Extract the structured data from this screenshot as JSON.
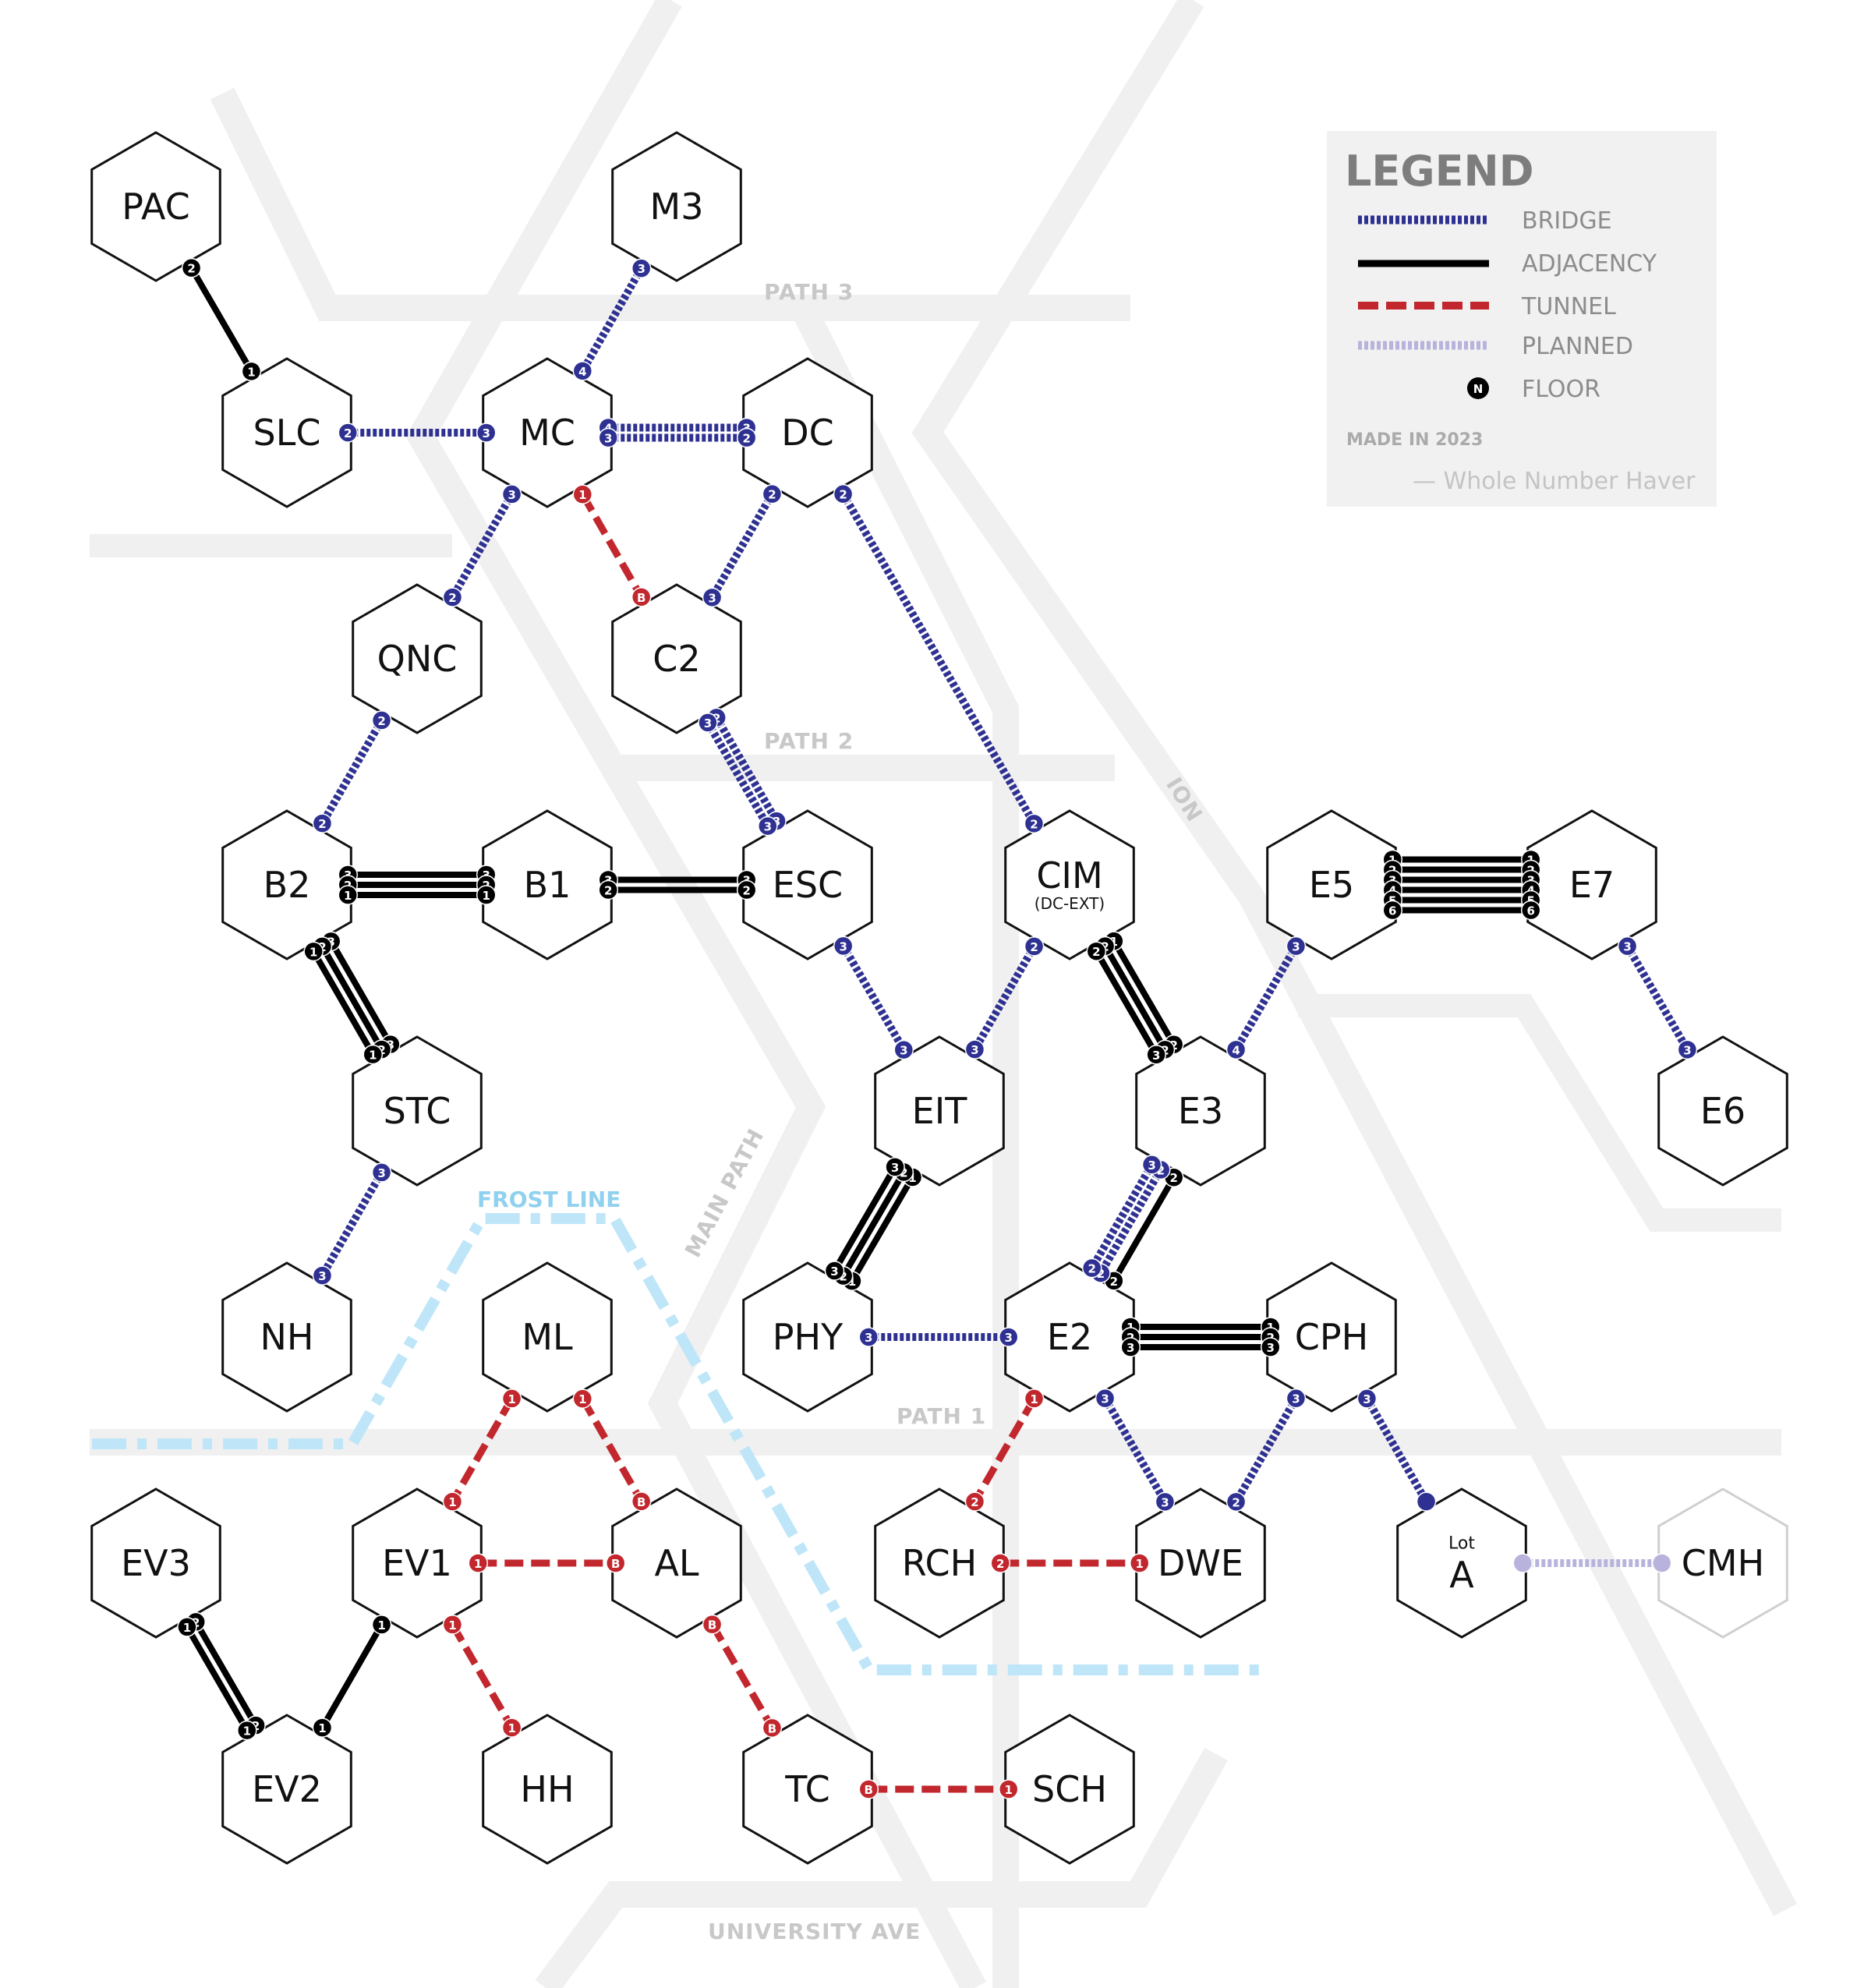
{
  "streets": {
    "path1": "PATH 1",
    "path2": "PATH 2",
    "path3": "PATH 3",
    "main_path": "MAIN PATH",
    "ion": "ION",
    "university_ave": "UNIVERSITY AVE"
  },
  "frost_line": {
    "label": "FROST LINE",
    "color": "#bfe6f8"
  },
  "legend": {
    "title": "LEGEND",
    "bridge": "BRIDGE",
    "adjacency": "ADJACENCY",
    "tunnel": "TUNNEL",
    "planned": "PLANNED",
    "floor": "FLOOR",
    "floor_symbol": "N",
    "made": "MADE IN 2023",
    "credit": "— Whole Number Haver"
  },
  "colors": {
    "bridge": "#2e3192",
    "adjacency": "#000000",
    "tunnel": "#c1272d",
    "planned": "#b7b3dc",
    "street": "#efefef",
    "frost": "#bfe6f8"
  },
  "buildings": [
    {
      "id": "PAC",
      "label": "PAC"
    },
    {
      "id": "M3",
      "label": "M3"
    },
    {
      "id": "SLC",
      "label": "SLC"
    },
    {
      "id": "MC",
      "label": "MC"
    },
    {
      "id": "DC",
      "label": "DC"
    },
    {
      "id": "QNC",
      "label": "QNC"
    },
    {
      "id": "C2",
      "label": "C2"
    },
    {
      "id": "B2",
      "label": "B2"
    },
    {
      "id": "B1",
      "label": "B1"
    },
    {
      "id": "ESC",
      "label": "ESC"
    },
    {
      "id": "CIM",
      "label": "CIM",
      "sub": "(DC-EXT)"
    },
    {
      "id": "E5",
      "label": "E5"
    },
    {
      "id": "E7",
      "label": "E7"
    },
    {
      "id": "STC",
      "label": "STC"
    },
    {
      "id": "EIT",
      "label": "EIT"
    },
    {
      "id": "E3",
      "label": "E3"
    },
    {
      "id": "E6",
      "label": "E6"
    },
    {
      "id": "NH",
      "label": "NH"
    },
    {
      "id": "ML",
      "label": "ML"
    },
    {
      "id": "PHY",
      "label": "PHY"
    },
    {
      "id": "E2",
      "label": "E2"
    },
    {
      "id": "CPH",
      "label": "CPH"
    },
    {
      "id": "EV3",
      "label": "EV3"
    },
    {
      "id": "EV1",
      "label": "EV1"
    },
    {
      "id": "AL",
      "label": "AL"
    },
    {
      "id": "RCH",
      "label": "RCH"
    },
    {
      "id": "DWE",
      "label": "DWE"
    },
    {
      "id": "LOTA",
      "label": "A",
      "pre": "Lot"
    },
    {
      "id": "CMH",
      "label": "CMH",
      "planned": true
    },
    {
      "id": "EV2",
      "label": "EV2"
    },
    {
      "id": "HH",
      "label": "HH"
    },
    {
      "id": "TC",
      "label": "TC"
    },
    {
      "id": "SCH",
      "label": "SCH"
    }
  ],
  "connections": [
    {
      "type": "adjacency",
      "from": "PAC",
      "to": "SLC",
      "a": [
        "2"
      ],
      "b": [
        "1"
      ]
    },
    {
      "type": "bridge",
      "from": "M3",
      "to": "MC",
      "a": [
        "3"
      ],
      "b": [
        "4"
      ]
    },
    {
      "type": "bridge",
      "from": "SLC",
      "to": "MC",
      "a": [
        "2"
      ],
      "b": [
        "3"
      ]
    },
    {
      "type": "bridge",
      "from": "MC",
      "to": "DC",
      "a": [
        "4",
        "3"
      ],
      "b": [
        "3",
        "2"
      ]
    },
    {
      "type": "bridge",
      "from": "MC",
      "to": "QNC",
      "a": [
        "3"
      ],
      "b": [
        "2"
      ]
    },
    {
      "type": "tunnel",
      "from": "MC",
      "to": "C2",
      "a": [
        "1"
      ],
      "b": [
        "B"
      ]
    },
    {
      "type": "bridge",
      "from": "DC",
      "to": "C2",
      "a": [
        "2"
      ],
      "b": [
        "3"
      ]
    },
    {
      "type": "bridge",
      "from": "DC",
      "to": "CIM",
      "a": [
        "2"
      ],
      "b": [
        "2"
      ]
    },
    {
      "type": "bridge",
      "from": "QNC",
      "to": "B2",
      "a": [
        "2"
      ],
      "b": [
        "2"
      ]
    },
    {
      "type": "bridge",
      "from": "C2",
      "to": "ESC",
      "a": [
        "2",
        "3"
      ],
      "b": [
        "3",
        "3"
      ]
    },
    {
      "type": "adjacency",
      "from": "B2",
      "to": "B1",
      "a": [
        "3",
        "2",
        "1"
      ],
      "b": [
        "3",
        "2",
        "1"
      ]
    },
    {
      "type": "adjacency",
      "from": "B1",
      "to": "ESC",
      "a": [
        "3",
        "2"
      ],
      "b": [
        "3",
        "2"
      ]
    },
    {
      "type": "adjacency",
      "from": "B2",
      "to": "STC",
      "a": [
        "3",
        "2",
        "1"
      ],
      "b": [
        "3",
        "2",
        "1"
      ]
    },
    {
      "type": "bridge",
      "from": "ESC",
      "to": "EIT",
      "a": [
        "3"
      ],
      "b": [
        "3"
      ]
    },
    {
      "type": "bridge",
      "from": "CIM",
      "to": "EIT",
      "a": [
        "2"
      ],
      "b": [
        "3"
      ]
    },
    {
      "type": "adjacency",
      "from": "CIM",
      "to": "E3",
      "a": [
        "1",
        "2",
        "2"
      ],
      "b": [
        "2",
        "2",
        "3"
      ]
    },
    {
      "type": "adjacency",
      "from": "E5",
      "to": "E7",
      "a": [
        "1",
        "2",
        "3",
        "4",
        "5",
        "6"
      ],
      "b": [
        "1",
        "2",
        "3",
        "4",
        "5",
        "6"
      ]
    },
    {
      "type": "bridge",
      "from": "E5",
      "to": "E3",
      "a": [
        "3"
      ],
      "b": [
        "4"
      ]
    },
    {
      "type": "bridge",
      "from": "E7",
      "to": "E6",
      "a": [
        "3"
      ],
      "b": [
        "3"
      ]
    },
    {
      "type": "bridge",
      "from": "STC",
      "to": "NH",
      "a": [
        "3"
      ],
      "b": [
        "3"
      ]
    },
    {
      "type": "adjacency",
      "from": "EIT",
      "to": "PHY",
      "a": [
        "1",
        "2",
        "3"
      ],
      "b": [
        "1",
        "2",
        "3"
      ]
    },
    {
      "type": "adjacency",
      "from": "E3",
      "to": "E2",
      "a": [
        "2"
      ],
      "b": [
        "2"
      ]
    },
    {
      "type": "bridge",
      "from": "E3",
      "to": "E2",
      "a": [
        "2",
        "3"
      ],
      "b": [
        "2",
        "2"
      ]
    },
    {
      "type": "bridge",
      "from": "PHY",
      "to": "E2",
      "a": [
        "3"
      ],
      "b": [
        "3"
      ]
    },
    {
      "type": "adjacency",
      "from": "E2",
      "to": "CPH",
      "a": [
        "1",
        "2",
        "3"
      ],
      "b": [
        "1",
        "2",
        "3"
      ]
    },
    {
      "type": "tunnel",
      "from": "ML",
      "to": "EV1",
      "a": [
        "1"
      ],
      "b": [
        "1"
      ]
    },
    {
      "type": "tunnel",
      "from": "ML",
      "to": "AL",
      "a": [
        "1"
      ],
      "b": [
        "B"
      ]
    },
    {
      "type": "tunnel",
      "from": "E2",
      "to": "RCH",
      "a": [
        "1"
      ],
      "b": [
        "2"
      ]
    },
    {
      "type": "bridge",
      "from": "E2",
      "to": "DWE",
      "a": [
        "3"
      ],
      "b": [
        "3"
      ]
    },
    {
      "type": "bridge",
      "from": "CPH",
      "to": "DWE",
      "a": [
        "3"
      ],
      "b": [
        "2"
      ]
    },
    {
      "type": "bridge",
      "from": "CPH",
      "to": "LOTA",
      "a": [
        "3"
      ],
      "b": [
        ""
      ]
    },
    {
      "type": "tunnel",
      "from": "EV1",
      "to": "AL",
      "a": [
        "1"
      ],
      "b": [
        "B"
      ]
    },
    {
      "type": "tunnel",
      "from": "RCH",
      "to": "DWE",
      "a": [
        "2"
      ],
      "b": [
        "1"
      ]
    },
    {
      "type": "planned",
      "from": "LOTA",
      "to": "CMH",
      "a": [
        ""
      ],
      "b": [
        ""
      ]
    },
    {
      "type": "adjacency",
      "from": "EV3",
      "to": "EV2",
      "a": [
        "2",
        "1"
      ],
      "b": [
        "2",
        "1"
      ]
    },
    {
      "type": "adjacency",
      "from": "EV1",
      "to": "EV2",
      "a": [
        "1"
      ],
      "b": [
        "1"
      ]
    },
    {
      "type": "tunnel",
      "from": "EV1",
      "to": "HH",
      "a": [
        "1"
      ],
      "b": [
        "1"
      ]
    },
    {
      "type": "tunnel",
      "from": "AL",
      "to": "TC",
      "a": [
        "B"
      ],
      "b": [
        "B"
      ]
    },
    {
      "type": "tunnel",
      "from": "TC",
      "to": "SCH",
      "a": [
        "B"
      ],
      "b": [
        "1"
      ]
    }
  ]
}
